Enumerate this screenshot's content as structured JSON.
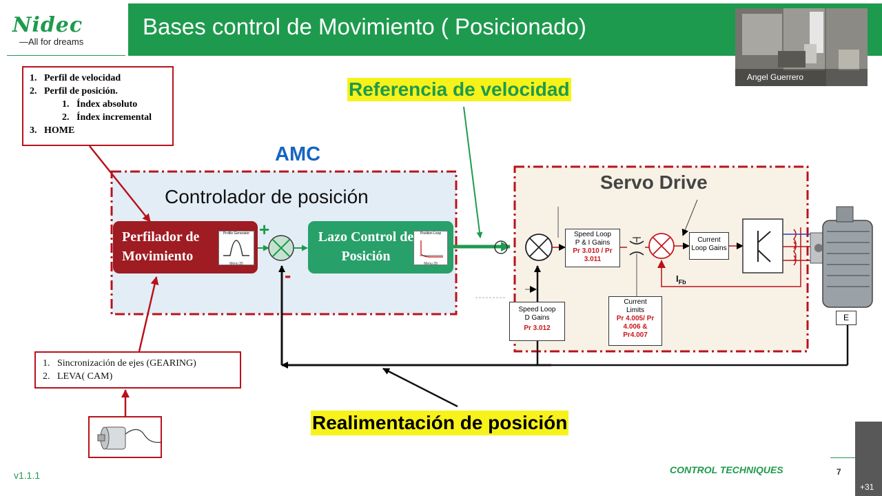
{
  "header": {
    "title": "Bases control de Movimiento ( Posicionado)",
    "logo_word": "Nidec",
    "logo_tagline": "All for dreams"
  },
  "video": {
    "participant_name": "Angel Guerrero"
  },
  "profile_list": {
    "items": [
      "Perfil de velocidad",
      "Perfil de posición.",
      "HOME"
    ],
    "subitems": [
      "Índex absoluto",
      "Índex incremental"
    ]
  },
  "sync_list": {
    "items": [
      "Sincronización de ejes (GEARING)",
      "LEVA( CAM)"
    ]
  },
  "labels": {
    "speed_reference": "Referencia de velocidad",
    "position_feedback": "Realimentación de posición",
    "amc": "AMC",
    "position_controller": "Controlador de posición",
    "servo_drive": "Servo Drive"
  },
  "amc_blocks": {
    "profiler": "Perfilador de Movimiento",
    "profiler_icon_title": "Profile Generator",
    "profiler_icon_caption": "Menu 35",
    "position_loop": "Lazo Control de Posición",
    "position_loop_icon_title": "Position Loop",
    "position_loop_icon_caption": "Menu 39",
    "plus_sign": "+",
    "minus_sign": "-"
  },
  "drive_blocks": {
    "speed_loop_pi": {
      "title": "Speed Loop P & I Gains",
      "params": "Pr 3.010 / Pr 3.011"
    },
    "current_loop": {
      "title": "Current Loop Gains"
    },
    "current_limits": {
      "title": "Current Limits",
      "params": "Pr 4.005/ Pr 4.006 & Pr4.007"
    },
    "speed_loop_d": {
      "title": "Speed Loop D Gains",
      "params": "Pr 3.012"
    },
    "current_feedback": "I",
    "current_feedback_sub": "Fb",
    "encoder": "E"
  },
  "footer": {
    "version": "v1.1.1",
    "brand": "CONTROL TECHNIQUES",
    "page_number": "7",
    "participants_badge": "+31"
  },
  "colors": {
    "brand_green": "#1e9a4e",
    "block_red": "#9e1c22",
    "block_green": "#27a06a",
    "frame_red": "#b8121b",
    "highlight_yellow": "#f6f21a",
    "amc_blue": "#1565c0"
  }
}
